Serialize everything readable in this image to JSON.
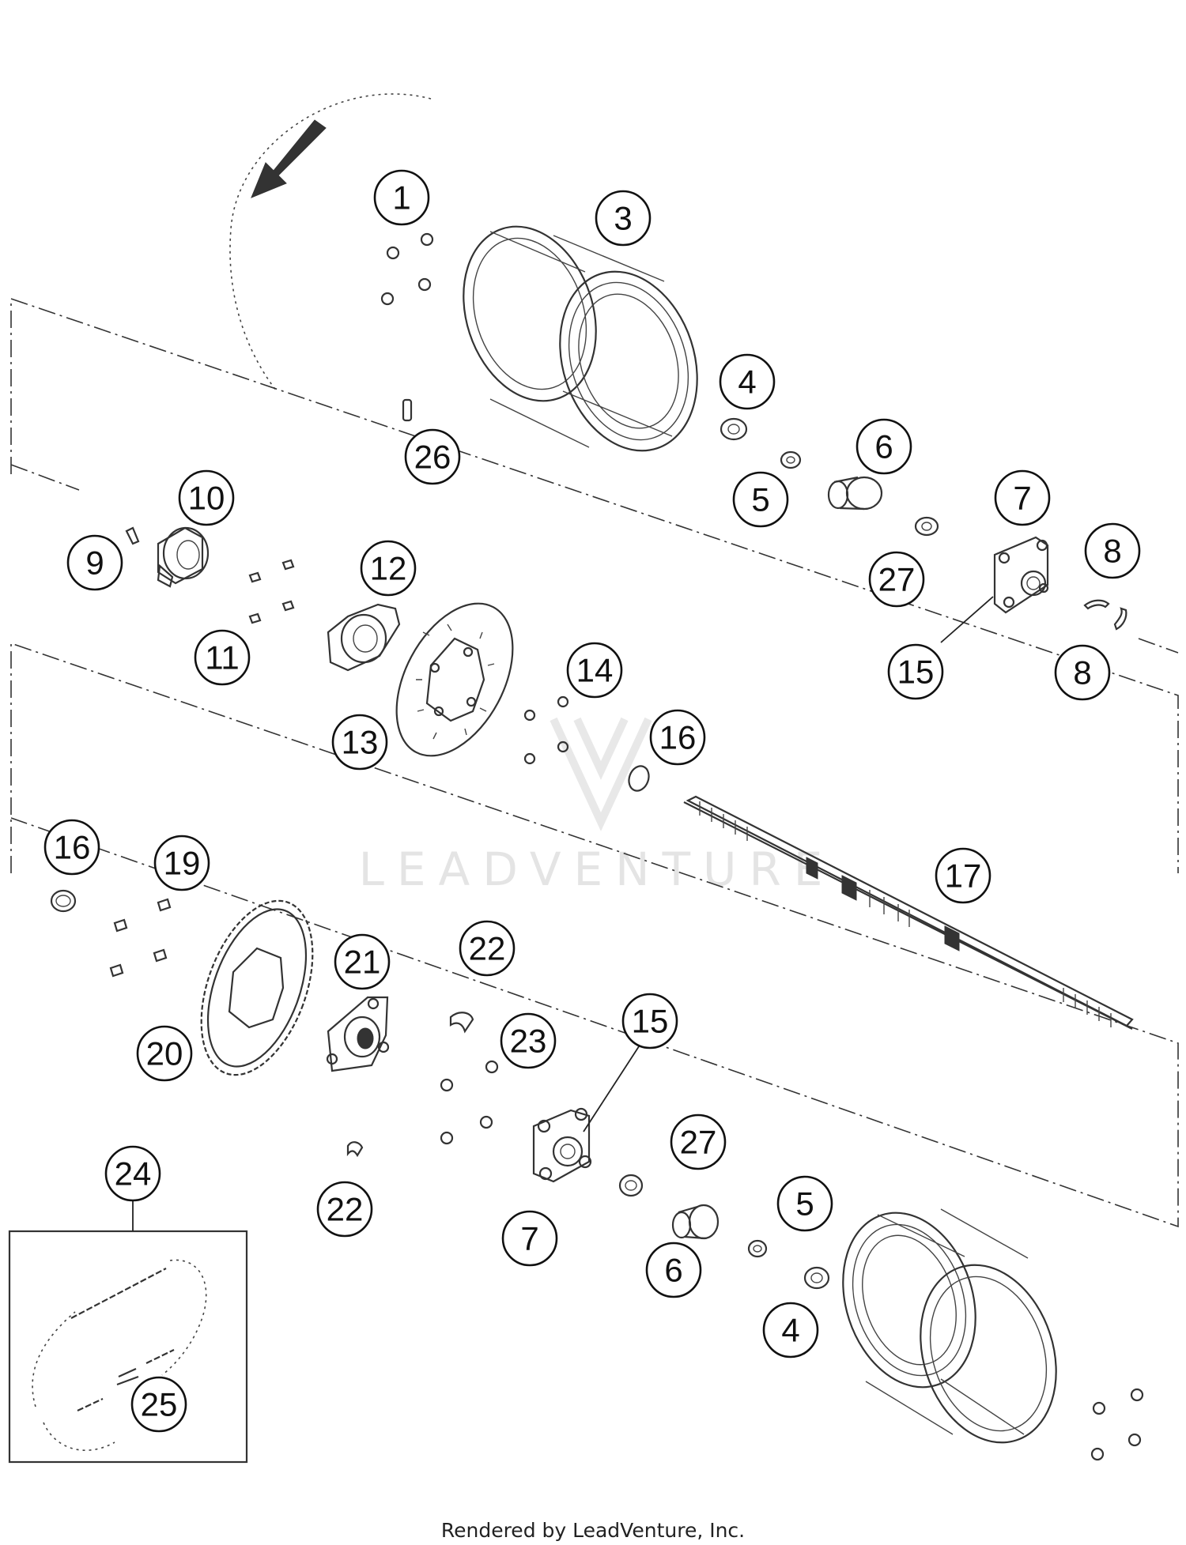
{
  "callouts": [
    {
      "id": "c1",
      "label": "1"
    },
    {
      "id": "c3",
      "label": "3"
    },
    {
      "id": "c4a",
      "label": "4"
    },
    {
      "id": "c5a",
      "label": "5"
    },
    {
      "id": "c6a",
      "label": "6"
    },
    {
      "id": "c7a",
      "label": "7"
    },
    {
      "id": "c8a",
      "label": "8"
    },
    {
      "id": "c8b",
      "label": "8"
    },
    {
      "id": "c9",
      "label": "9"
    },
    {
      "id": "c10",
      "label": "10"
    },
    {
      "id": "c11",
      "label": "11"
    },
    {
      "id": "c12",
      "label": "12"
    },
    {
      "id": "c13",
      "label": "13"
    },
    {
      "id": "c14",
      "label": "14"
    },
    {
      "id": "c15a",
      "label": "15"
    },
    {
      "id": "c15b",
      "label": "15"
    },
    {
      "id": "c16a",
      "label": "16"
    },
    {
      "id": "c16b",
      "label": "16"
    },
    {
      "id": "c17",
      "label": "17"
    },
    {
      "id": "c19",
      "label": "19"
    },
    {
      "id": "c20",
      "label": "20"
    },
    {
      "id": "c21",
      "label": "21"
    },
    {
      "id": "c22a",
      "label": "22"
    },
    {
      "id": "c22b",
      "label": "22"
    },
    {
      "id": "c23",
      "label": "23"
    },
    {
      "id": "c24",
      "label": "24"
    },
    {
      "id": "c25",
      "label": "25"
    },
    {
      "id": "c26",
      "label": "26"
    },
    {
      "id": "c27a",
      "label": "27"
    },
    {
      "id": "c27b",
      "label": "27"
    },
    {
      "id": "c4b",
      "label": "4"
    },
    {
      "id": "c5b",
      "label": "5"
    },
    {
      "id": "c6b",
      "label": "6"
    },
    {
      "id": "c7b",
      "label": "7"
    }
  ],
  "watermark": "LEADVENTURE",
  "credit": "Rendered by LeadVenture, Inc."
}
